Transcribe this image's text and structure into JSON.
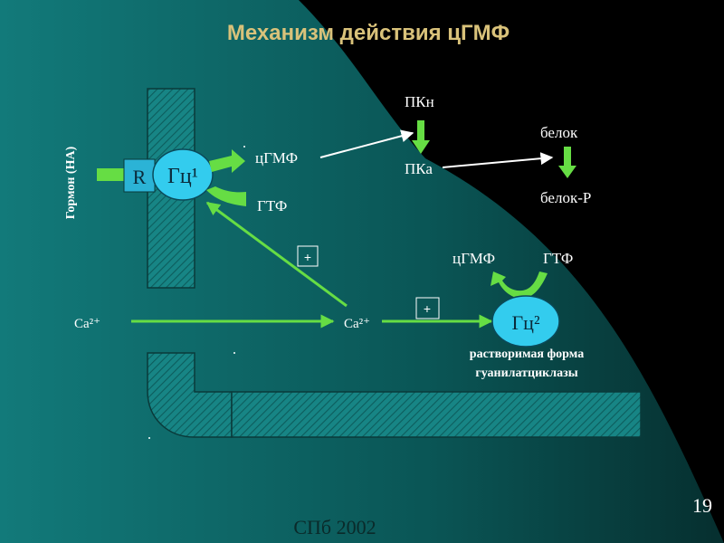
{
  "slide": {
    "title": "Механизм действия цГМФ",
    "footer": "СПб 2002",
    "page_number": "19"
  },
  "labels": {
    "hormone": "Гормон (НА)",
    "receptor": "R",
    "gc1": "Гц¹",
    "cgmp_top": "цГМФ",
    "gtp_top": "ГТФ",
    "pkn": "ПКн",
    "pka": "ПКа",
    "protein": "белок",
    "protein_p": "белок-Р",
    "plus_1": "+",
    "plus_2": "+",
    "ca_left": "Ca²⁺",
    "ca_mid": "Ca²⁺",
    "cgmp_right": "цГМФ",
    "gtp_right": "ГТФ",
    "gc2": "Гц²",
    "soluble_line1": "растворимая форма",
    "soluble_line2": "гуанилатциклазы"
  },
  "colors": {
    "bg_teal": "#0f6f6f",
    "bg_dark": "#000000",
    "membrane_fill": "#1a8a8a",
    "membrane_stroke": "#0a3a3a",
    "circle": "#33ccee",
    "arrow_green": "#66dd44",
    "title": "#d9c27a",
    "text_white": "#ffffff"
  }
}
